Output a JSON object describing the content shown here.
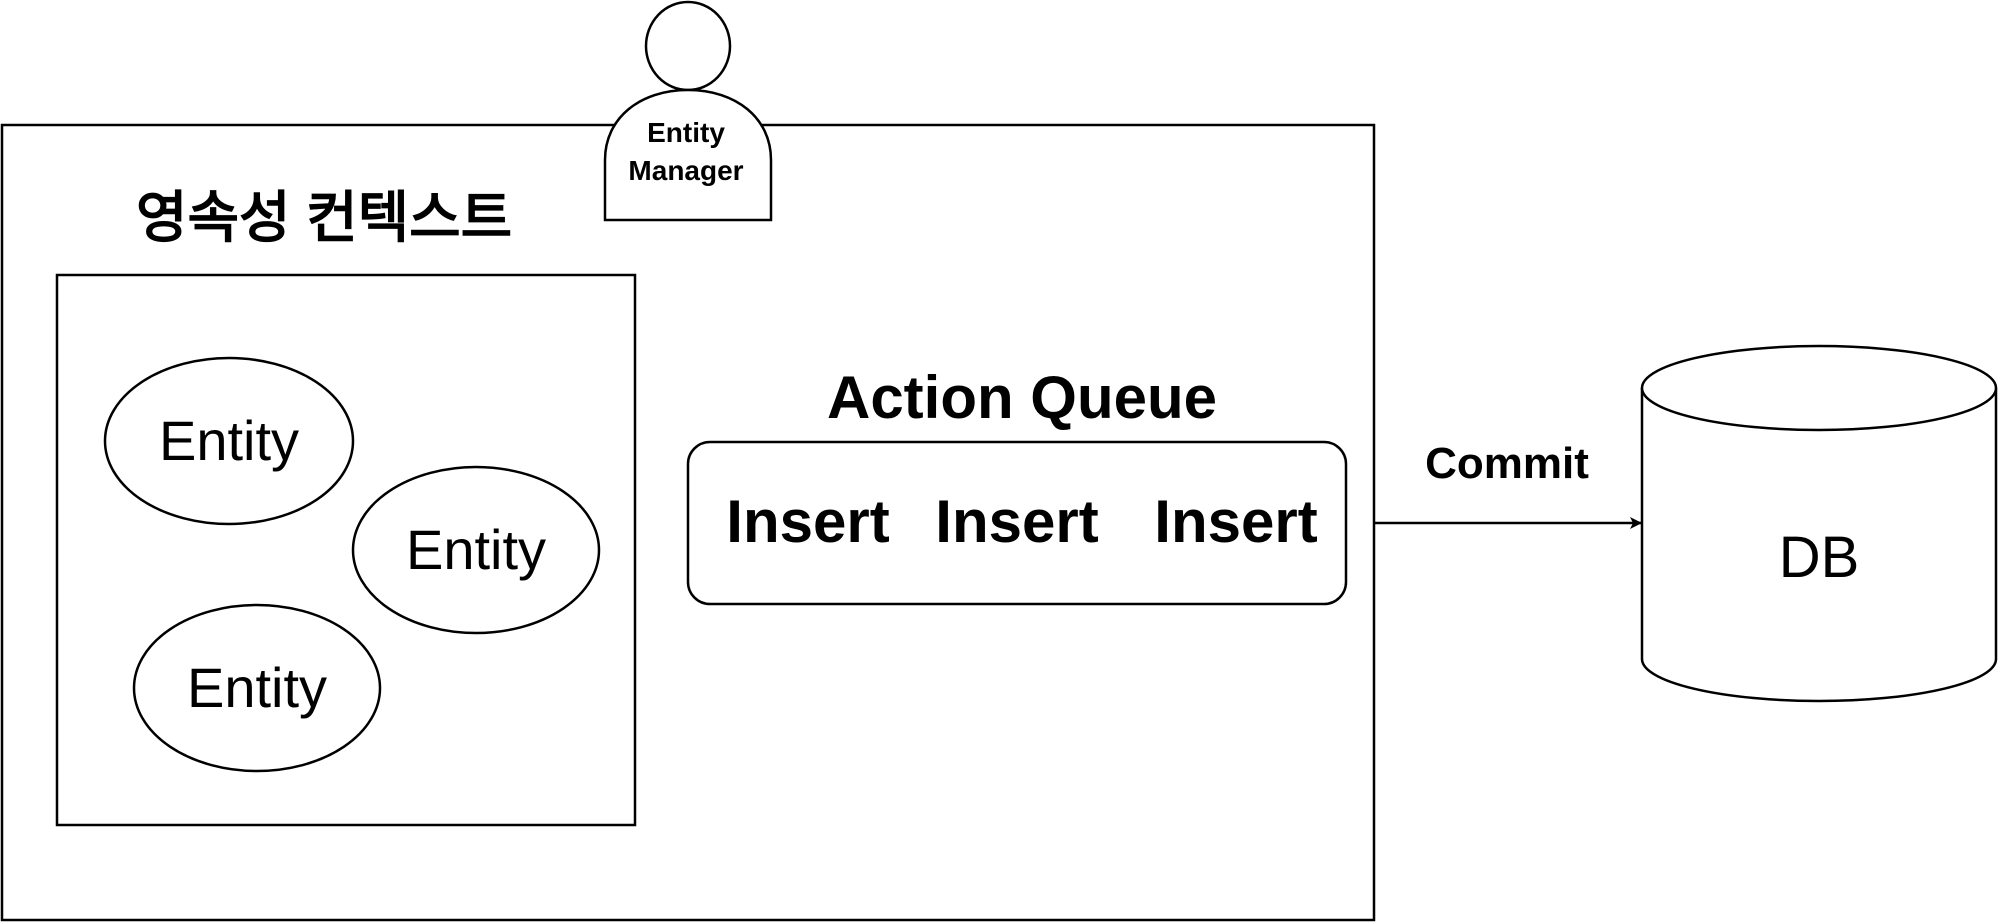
{
  "diagram": {
    "persistence_context": {
      "title": "영속성 컨텍스트",
      "entities": [
        "Entity",
        "Entity",
        "Entity"
      ]
    },
    "entity_manager": {
      "line1": "Entity",
      "line2": "Manager"
    },
    "action_queue": {
      "title": "Action Queue",
      "items": [
        "Insert",
        "Insert",
        "Insert"
      ]
    },
    "edge": {
      "label": "Commit"
    },
    "database": {
      "label": "DB"
    }
  }
}
